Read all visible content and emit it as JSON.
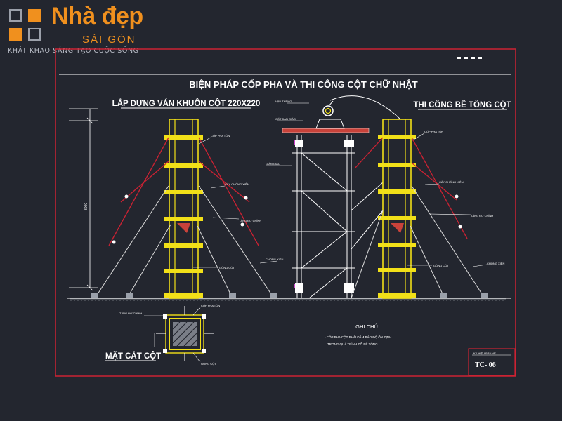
{
  "brand": {
    "name": "Nhà đẹp",
    "subtitle": "SÀI GÒN",
    "slogan": "KHÁT KHAO SÁNG TẠO CUỘC SỐNG",
    "color": "#f0901e"
  },
  "drawing": {
    "title": "BIỆN PHÁP CỐP PHA VÀ THI CÔNG CỘT CHỮ NHẬT",
    "left_title": "LẮP DỰNG VÁN KHUÔN CỘT 220X220",
    "right_title": "THI CÔNG BÊ TÔNG CỘT",
    "section_title": "MẶT CẮT CỘT",
    "notes_title": "GHI CHÚ",
    "note_lines": [
      "- CỐP PHA CỘT PHẢI ĐẢM BẢO ĐỘ ỔN ĐỊNH",
      "TRONG QUÁ TRÌNH ĐỔ BÊ TÔNG"
    ],
    "stamp_label": "KÝ HIỆU BẢN VẼ",
    "sheet_code": "TC- 06",
    "small_labels": {
      "left_top": "CỐP PHA TÔN",
      "left_mid": "CÂY CHỐNG XIÊN",
      "left_support": "CHỐNG XIÊN",
      "left_hoop": "GÔNG CỘT",
      "left_tie": "TĂNG ĐƠ CHỈNH",
      "center_beam": "CỐT DÀN GIÁO",
      "center_hook": "VẬN THĂNG",
      "center_frame": "GIÀN GIÁO",
      "right_top": "CỐP PHA TÔN",
      "right_mid": "CÂY CHỐNG XIÊN",
      "right_tie": "TĂNG ĐƠ CHỈNH",
      "right_hoop": "GÔNG CỘT",
      "right_support": "CHỐNG XIÊN",
      "sec_top": "CỐP PHA TÔN",
      "sec_left": "TĂNG ĐƠ CHỈNH",
      "sec_bottom": "GÔNG CỘT",
      "dim_height": "3000"
    },
    "colors": {
      "frame": "#cc2233",
      "column": "#f2e018",
      "structure": "#ffffff",
      "brace": "#dddddd",
      "hatch": "#c8423a",
      "text": "#ffffff"
    }
  }
}
